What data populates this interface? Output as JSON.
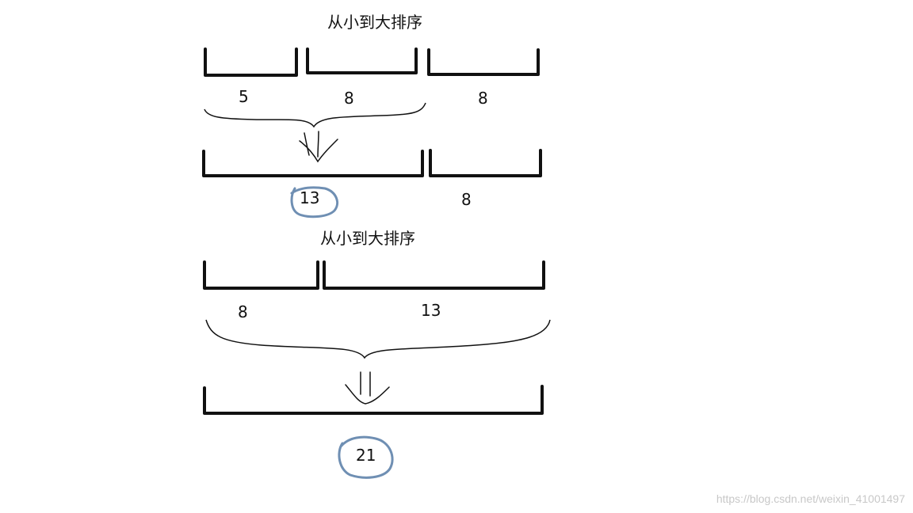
{
  "diagram": {
    "step1": {
      "title": "从小到大排序",
      "segments": [
        "5",
        "8",
        "8"
      ],
      "merged": "13",
      "remaining": "8"
    },
    "step2": {
      "title": "从小到大排序",
      "segments": [
        "8",
        "13"
      ],
      "merged": "21"
    }
  },
  "watermark": "https://blog.csdn.net/weixin_41001497",
  "colors": {
    "ink": "#111111",
    "circle": "#6f8fb3",
    "watermark": "#c8c8c8"
  }
}
